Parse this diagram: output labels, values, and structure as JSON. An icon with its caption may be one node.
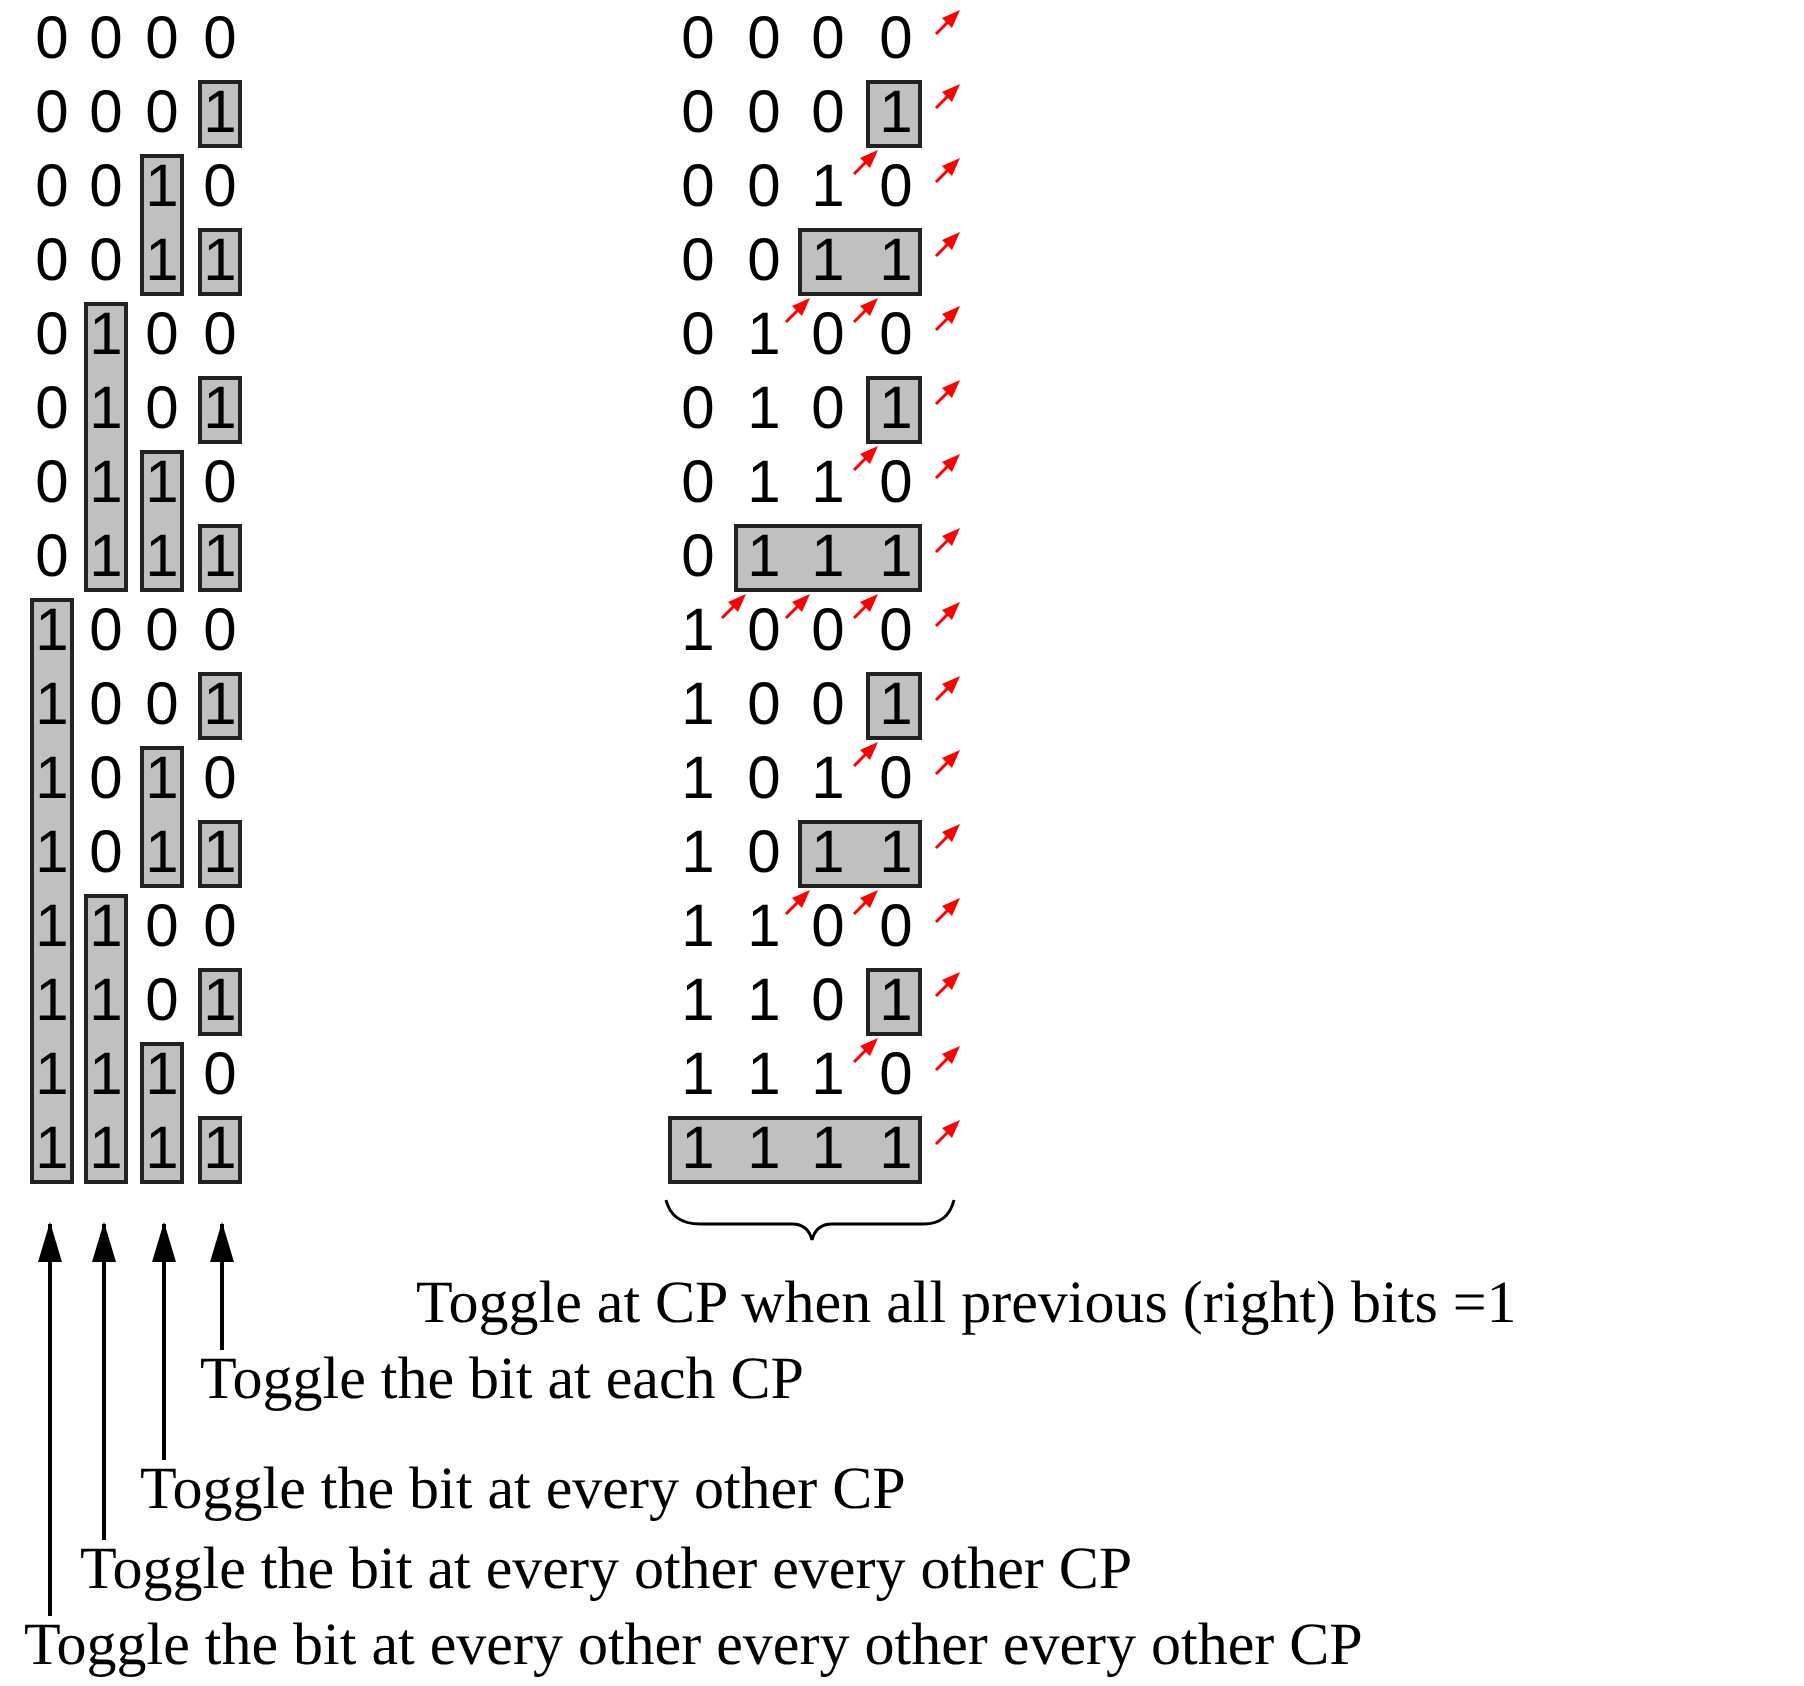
{
  "diagram": {
    "nodes": [
      {
        "text": [
          "Toggle the bit at each CP"
        ]
      },
      {
        "text": [
          "Toggle the bit at every other CP"
        ]
      },
      {
        "text": [
          "Toggle the bit at every other every other CP"
        ]
      },
      {
        "text": [
          "Toggle the bit at every other every other every other CP"
        ]
      }
    ],
    "edges": [
      {
        "from": 0,
        "to": null,
        "arrow": "to"
      },
      {
        "from": 1,
        "to": null,
        "arrow": "to"
      },
      {
        "from": 2,
        "to": null,
        "arrow": "to"
      },
      {
        "from": 3,
        "to": null,
        "arrow": "to"
      }
    ],
    "labels": [
      "0",
      "0",
      "0",
      "0",
      "0",
      "0",
      "0",
      "0",
      "0",
      "0",
      "0",
      "1",
      "0",
      "0",
      "0",
      "1",
      "0",
      "0",
      "1",
      "0",
      "0",
      "0",
      "1",
      "0",
      "0",
      "0",
      "1",
      "1",
      "0",
      "0",
      "1",
      "1",
      "0",
      "1",
      "0",
      "0",
      "0",
      "1",
      "0",
      "0",
      "0",
      "1",
      "0",
      "1",
      "0",
      "1",
      "0",
      "1",
      "0",
      "1",
      "1",
      "0",
      "0",
      "1",
      "1",
      "0",
      "0",
      "1",
      "1",
      "1",
      "0",
      "1",
      "1",
      "1",
      "1",
      "0",
      "0",
      "0",
      "1",
      "0",
      "0",
      "0",
      "1",
      "0",
      "0",
      "1",
      "1",
      "0",
      "0",
      "1",
      "1",
      "0",
      "1",
      "0",
      "1",
      "0",
      "1",
      "0",
      "1",
      "0",
      "1",
      "1",
      "1",
      "0",
      "1",
      "1",
      "1",
      "1",
      "0",
      "0",
      "1",
      "1",
      "0",
      "0",
      "1",
      "1",
      "0",
      "1",
      "1",
      "1",
      "0",
      "1",
      "1",
      "1",
      "1",
      "0",
      "1",
      "1",
      "1",
      "0",
      "1",
      "1",
      "1",
      "1",
      "1",
      "1",
      "1",
      "1",
      "Toggle at CP when all previous (right) bits =1"
    ]
  }
}
